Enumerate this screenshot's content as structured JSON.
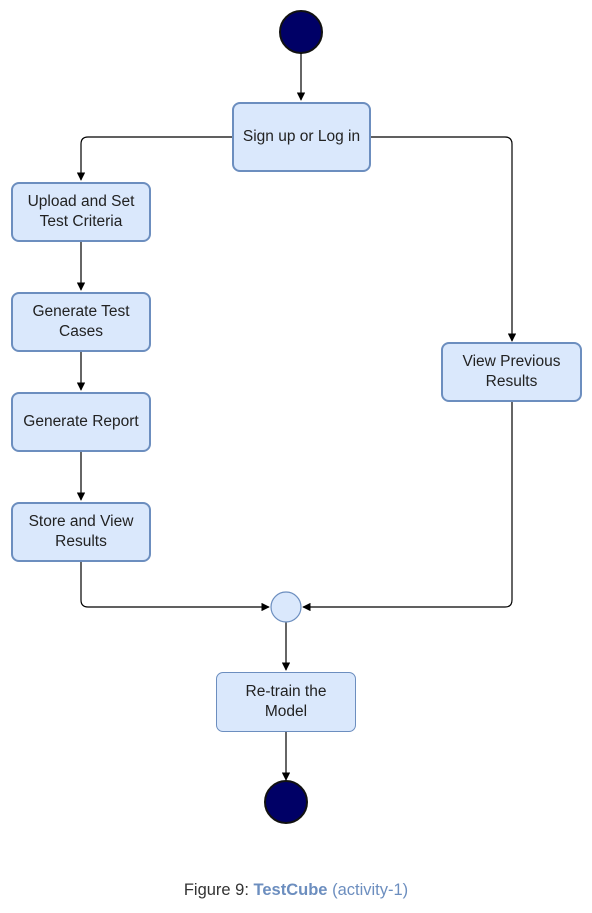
{
  "nodes": {
    "signup": "Sign up or Log in",
    "upload": "Upload and Set Test Criteria",
    "generate_cases": "Generate Test Cases",
    "generate_report": "Generate Report",
    "store_view": "Store and View Results",
    "view_previous": "View Previous Results",
    "retrain": "Re-train the Model"
  },
  "caption": {
    "prefix": "Figure 9: ",
    "name": "TestCube",
    "suffix": " (activity-1)"
  },
  "colors": {
    "node_fill": "#dae8fc",
    "node_border": "#6c8ebf",
    "terminal_fill": "#000066",
    "arrow": "#000000"
  }
}
